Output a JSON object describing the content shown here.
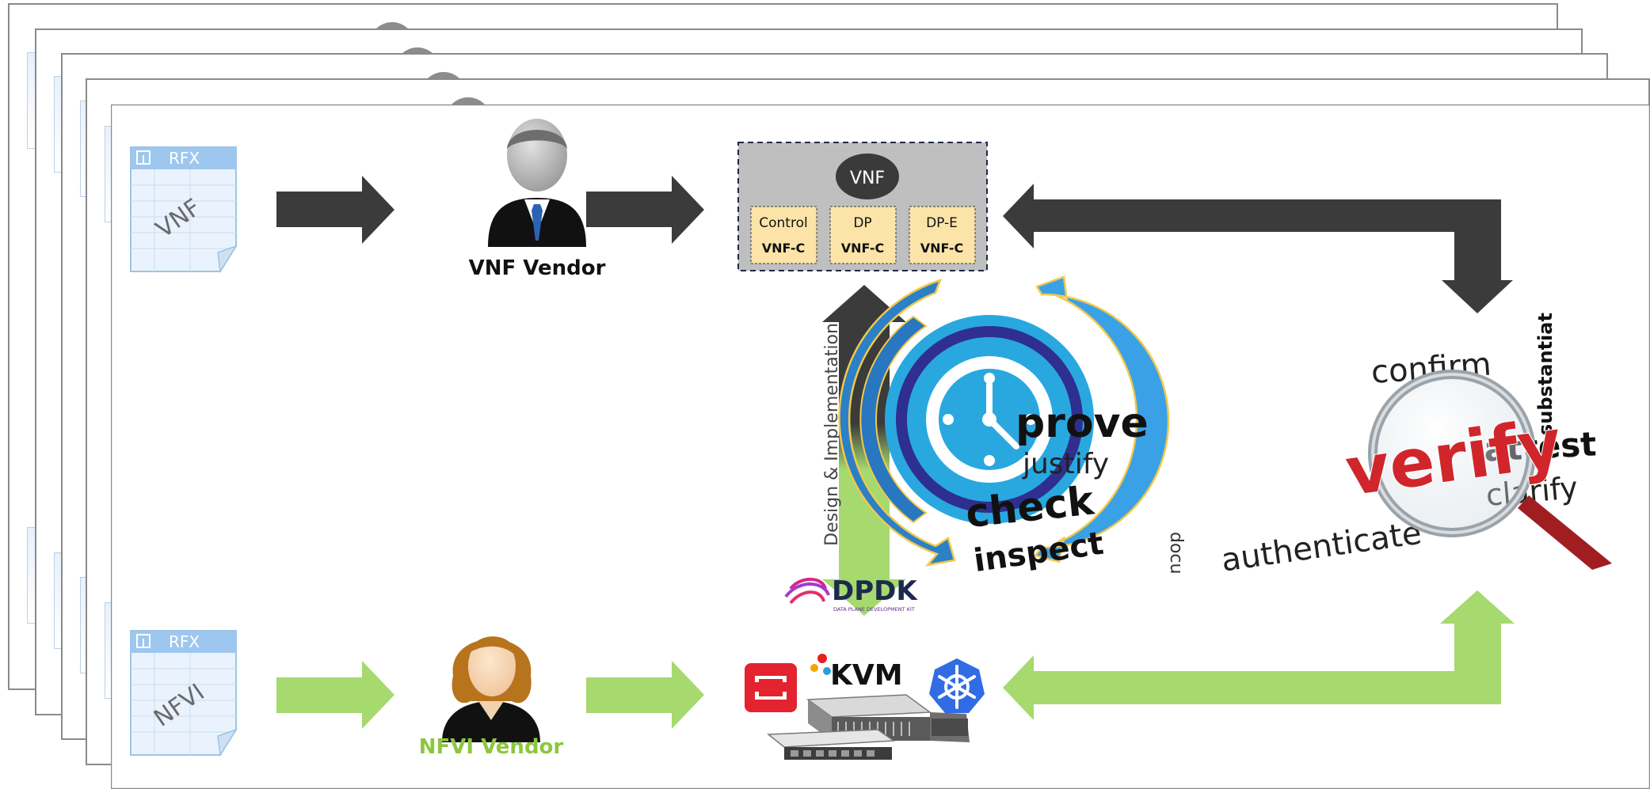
{
  "rfx": {
    "vnf": {
      "header": "RFX",
      "label": "VNF"
    },
    "nfvi": {
      "header": "RFX",
      "label": "NFVI"
    }
  },
  "vendors": {
    "vnf": "VNF Vendor",
    "nfvi": "NFVI Vendor"
  },
  "vnf_box": {
    "title": "VNF",
    "components": [
      {
        "name": "Control",
        "type": "VNF-C"
      },
      {
        "name": "DP",
        "type": "VNF-C"
      },
      {
        "name": "DP-E",
        "type": "VNF-C"
      }
    ]
  },
  "vertical_label": "Design & Implementation",
  "infra": {
    "dpdk_title": "DPDK",
    "dpdk_subtitle": "DATA PLANE DEVELOPMENT KIT",
    "kvm": "KVM"
  },
  "word_cloud": {
    "confirm": "confirm",
    "prove": "prove",
    "substantiate": "substantiat",
    "justify": "justify",
    "verify": "verify",
    "attest": "attest",
    "check": "check",
    "clarify": "clarify",
    "inspect": "inspect",
    "docu": "docu",
    "authenticate": "authenticate"
  },
  "colors": {
    "dark_arrow": "#3b3b3b",
    "green_arrow": "#a6d96e",
    "nfvi_vendor_label": "#8cc63f",
    "vnf_box_bg": "#bfbfbf",
    "vnfc_fill": "#fce4a8",
    "verify_red": "#d0262b",
    "clock_blue": "#29a8e0"
  },
  "icons": [
    "document-icon",
    "businessman-icon",
    "businesswoman-icon",
    "openstack-icon",
    "server-icon",
    "kubernetes-icon",
    "clock-cycle-icon",
    "magnifier-icon"
  ]
}
